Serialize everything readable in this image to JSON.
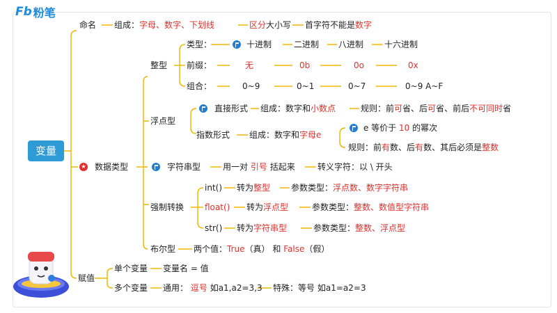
{
  "brand": {
    "mark": "Fb",
    "name": "粉笔"
  },
  "root": "变量",
  "naming": {
    "label": "命名",
    "composition": "组成：",
    "comp_items": "字母、数字、下划线",
    "distinguish": "区分",
    "case": "大小写",
    "first_char": "首字符不能是",
    "digit": "数字"
  },
  "data_types": {
    "label": "数据类型",
    "integer": {
      "label": "整型",
      "type_label": "类型：",
      "types": [
        "十进制",
        "二进制",
        "八进制",
        "十六进制"
      ],
      "prefix_label": "前缀：",
      "prefixes": [
        "无",
        "0b",
        "0o",
        "0x"
      ],
      "combo_label": "组合：",
      "combos": [
        "0~9",
        "0~1",
        "0~7",
        "0~9 A~F"
      ]
    },
    "float": {
      "label": "浮点型",
      "direct": {
        "label": "直接形式",
        "composition": "组成：数字和",
        "decimal_point": "小数点",
        "rule_label": "规则：前",
        "can1": "可",
        "omit_back": "省、后",
        "can2": "可",
        "omit_both": "省、前后",
        "not_both": "不可同时",
        "omit_end": "省"
      },
      "exponent": {
        "label": "指数形式",
        "composition": "组成：数字和",
        "letter_e": "字母e",
        "e_equiv": "e 等价于",
        "ten": "10",
        "power": "的幂次",
        "rule_label": "规则：前",
        "has1": "有",
        "num_back": "数、后",
        "has2": "有",
        "num_must": "数、其后必须是",
        "integer_word": "整数"
      }
    },
    "string": {
      "label": "字符串型",
      "wrap_label": "用一对",
      "quotes": "引号",
      "wrap_end": "括起来",
      "escape": "转义字符：以 \\ 开头"
    },
    "cast": {
      "label": "强制转换",
      "items": [
        {
          "func": "int()",
          "to_label": "转为",
          "to": "整型",
          "param_label": "参数类型：",
          "params": "浮点数、数字字符串"
        },
        {
          "func": "float()",
          "to_label": "转为",
          "to": "浮点型",
          "param_label": "参数类型：",
          "params": "整数、数值型字符串"
        },
        {
          "func": "str()",
          "to_label": "转为",
          "to": "字符串型",
          "param_label": "参数类型：",
          "params": "整数、浮点型"
        }
      ]
    },
    "bool": {
      "label": "布尔型",
      "two_values": "两个值：",
      "true_val": "True",
      "true_cn": "（真）",
      "and": "和",
      "false_val": "False",
      "false_cn": "（假）"
    }
  },
  "assign": {
    "label": "赋值",
    "single": {
      "label": "单个变量",
      "form": "变量名 = 值"
    },
    "multi": {
      "label": "多个变量",
      "general": "通用：",
      "comma": "逗号",
      "general_example": "如a1,a2=3,3",
      "special": "特殊：",
      "equals": "等号",
      "special_example": "如a1=a2=3"
    }
  },
  "colors": {
    "line": "#f2b705",
    "accent_red": "#e0302b",
    "node_blue": "#2e9bd6",
    "icon_blue": "#1f7fd4"
  }
}
